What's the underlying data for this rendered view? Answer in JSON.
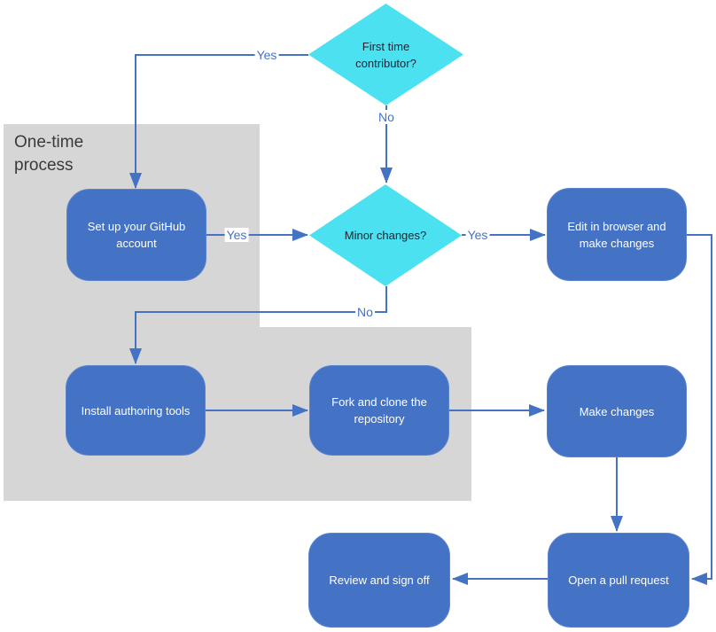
{
  "region": {
    "label": "One-time process"
  },
  "nodes": {
    "first_time": {
      "label": "First time contributor?",
      "type": "decision"
    },
    "minor": {
      "label": "Minor changes?",
      "type": "decision"
    },
    "setup": {
      "label": "Set up your GitHub account",
      "type": "process"
    },
    "install": {
      "label": "Install authoring tools",
      "type": "process"
    },
    "fork": {
      "label": "Fork and clone the repository",
      "type": "process"
    },
    "edit": {
      "label": "Edit in browser and make changes",
      "type": "process"
    },
    "make": {
      "label": "Make changes",
      "type": "process"
    },
    "review": {
      "label": "Review and sign off",
      "type": "process"
    },
    "open_pr": {
      "label": "Open a pull request",
      "type": "process"
    }
  },
  "edge_labels": {
    "first_time_yes": "Yes",
    "first_time_no": "No",
    "setup_to_minor_yes": "Yes",
    "minor_yes": "Yes",
    "minor_no": "No"
  },
  "edges": [
    {
      "from": "First time contributor?",
      "label": "Yes",
      "to": "Set up your GitHub account"
    },
    {
      "from": "First time contributor?",
      "label": "No",
      "to": "Minor changes?"
    },
    {
      "from": "Set up your GitHub account",
      "label": "Yes",
      "to": "Minor changes?"
    },
    {
      "from": "Minor changes?",
      "label": "Yes",
      "to": "Edit in browser and make changes"
    },
    {
      "from": "Minor changes?",
      "label": "No",
      "to": "Install authoring tools"
    },
    {
      "from": "Install authoring tools",
      "label": "",
      "to": "Fork and clone the repository"
    },
    {
      "from": "Fork and clone the repository",
      "label": "",
      "to": "Make changes"
    },
    {
      "from": "Make changes",
      "label": "",
      "to": "Open a pull request"
    },
    {
      "from": "Edit in browser and make changes",
      "label": "",
      "to": "Open a pull request"
    },
    {
      "from": "Open a pull request",
      "label": "",
      "to": "Review and sign off"
    }
  ],
  "colors": {
    "process_fill": "#4472c4",
    "process_border": "#5b84ce",
    "process_text": "#ffffff",
    "decision_fill": "#4ce1f0",
    "decision_text": "#1b2230",
    "connector": "#4472c4",
    "label_text": "#4472c4",
    "region_fill": "#d6d6d6",
    "region_text": "#3a3a3a",
    "canvas_bg": "#ffffff"
  }
}
